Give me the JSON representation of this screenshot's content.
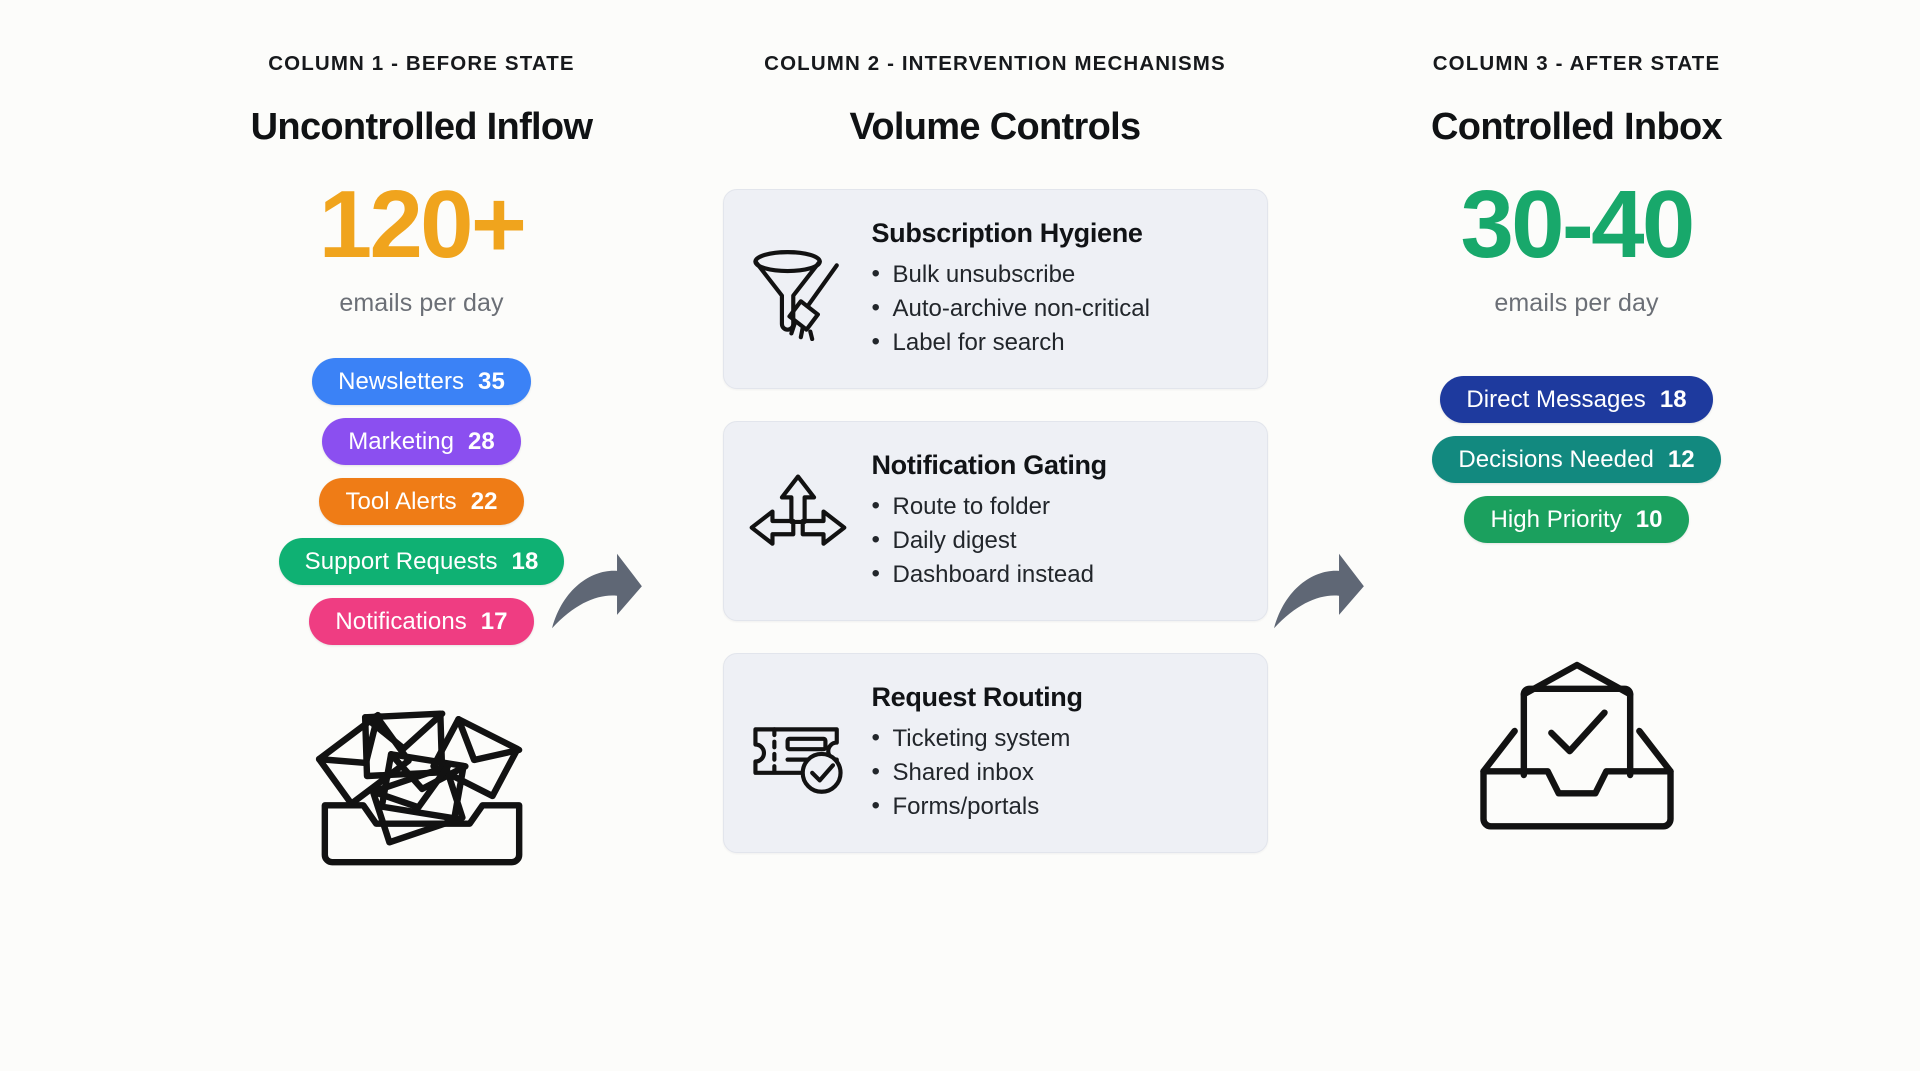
{
  "columns": [
    {
      "eyebrow": "COLUMN 1 - BEFORE STATE",
      "title": "Uncontrolled Inflow",
      "metric": "120+",
      "metric_color": "#f0a41d",
      "unit": "emails per day",
      "illustration": "overflowing-inbox-icon",
      "pills": [
        {
          "label": "Newsletters",
          "count": "35",
          "color": "#3b82f6"
        },
        {
          "label": "Marketing",
          "count": "28",
          "color": "#8b4ff0"
        },
        {
          "label": "Tool Alerts",
          "count": "22",
          "color": "#ef7c16"
        },
        {
          "label": "Support Requests",
          "count": "18",
          "color": "#0fb173"
        },
        {
          "label": "Notifications",
          "count": "17",
          "color": "#ef3d82"
        }
      ]
    },
    {
      "eyebrow": "COLUMN 2 - INTERVENTION MECHANISMS",
      "title": "Volume Controls",
      "cards": [
        {
          "title": "Subscription Hygiene",
          "icon": "funnel-broom-icon",
          "bullets": [
            "Bulk unsubscribe",
            "Auto-archive non-critical",
            "Label for search"
          ]
        },
        {
          "title": "Notification Gating",
          "icon": "three-way-arrows-icon",
          "bullets": [
            "Route to folder",
            "Daily digest",
            "Dashboard instead"
          ]
        },
        {
          "title": "Request Routing",
          "icon": "ticket-check-icon",
          "bullets": [
            "Ticketing system",
            "Shared inbox",
            "Forms/portals"
          ]
        }
      ]
    },
    {
      "eyebrow": "COLUMN 3 - AFTER STATE",
      "title": "Controlled Inbox",
      "metric": "30-40",
      "metric_color": "#18a86b",
      "unit": "emails per day",
      "illustration": "inbox-check-icon",
      "pills": [
        {
          "label": "Direct Messages",
          "count": "18",
          "color": "#1e3a9e"
        },
        {
          "label": "Decisions Needed",
          "count": "12",
          "color": "#12897f"
        },
        {
          "label": "High Priority",
          "count": "10",
          "color": "#1ba05e"
        }
      ]
    }
  ],
  "connectors": [
    {
      "name": "arrow-before-to-controls",
      "color": "#5f6775"
    },
    {
      "name": "arrow-controls-to-after",
      "color": "#5f6775"
    }
  ],
  "theme": {
    "background": "#fcfcfa",
    "card_bg": "#eef0f5",
    "card_border": "#e2e5ec",
    "muted_text": "#6b6f76",
    "heading_text": "#101214",
    "stroke": "#121212"
  }
}
